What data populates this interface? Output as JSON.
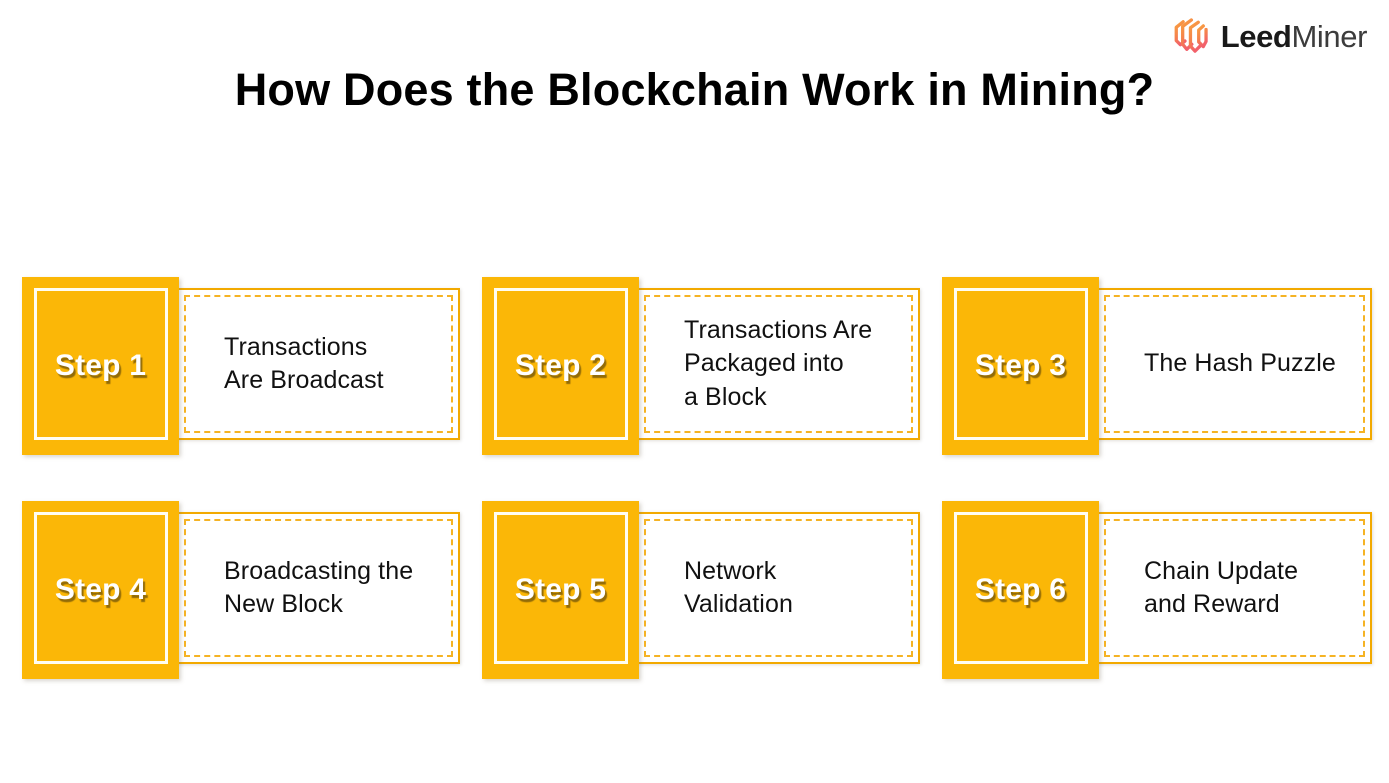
{
  "brand": {
    "mark_icon": "leedminer-hexagon-logo-icon",
    "name_bold": "Leed",
    "name_light": "Miner",
    "gradient_from": "#F9A03F",
    "gradient_to": "#F2616B"
  },
  "header": {
    "title": "How Does the Blockchain Work in Mining?"
  },
  "theme": {
    "accent": "#FBB707",
    "border": "#F2A900",
    "dashed_border": "#F5B324",
    "background": "#FFFFFF",
    "title_color": "#000000",
    "badge_text_color": "#FFFFFF"
  },
  "steps": [
    {
      "badge": "Step 1",
      "lines": [
        "Transactions",
        "Are Broadcast"
      ]
    },
    {
      "badge": "Step 2",
      "lines": [
        "Transactions Are",
        "Packaged into",
        "a Block"
      ]
    },
    {
      "badge": "Step 3",
      "lines": [
        "The Hash Puzzle"
      ]
    },
    {
      "badge": "Step 4",
      "lines": [
        "Broadcasting the",
        "New Block"
      ]
    },
    {
      "badge": "Step 5",
      "lines": [
        "Network",
        "Validation"
      ]
    },
    {
      "badge": "Step 6",
      "lines": [
        "Chain Update",
        "and Reward"
      ]
    }
  ]
}
